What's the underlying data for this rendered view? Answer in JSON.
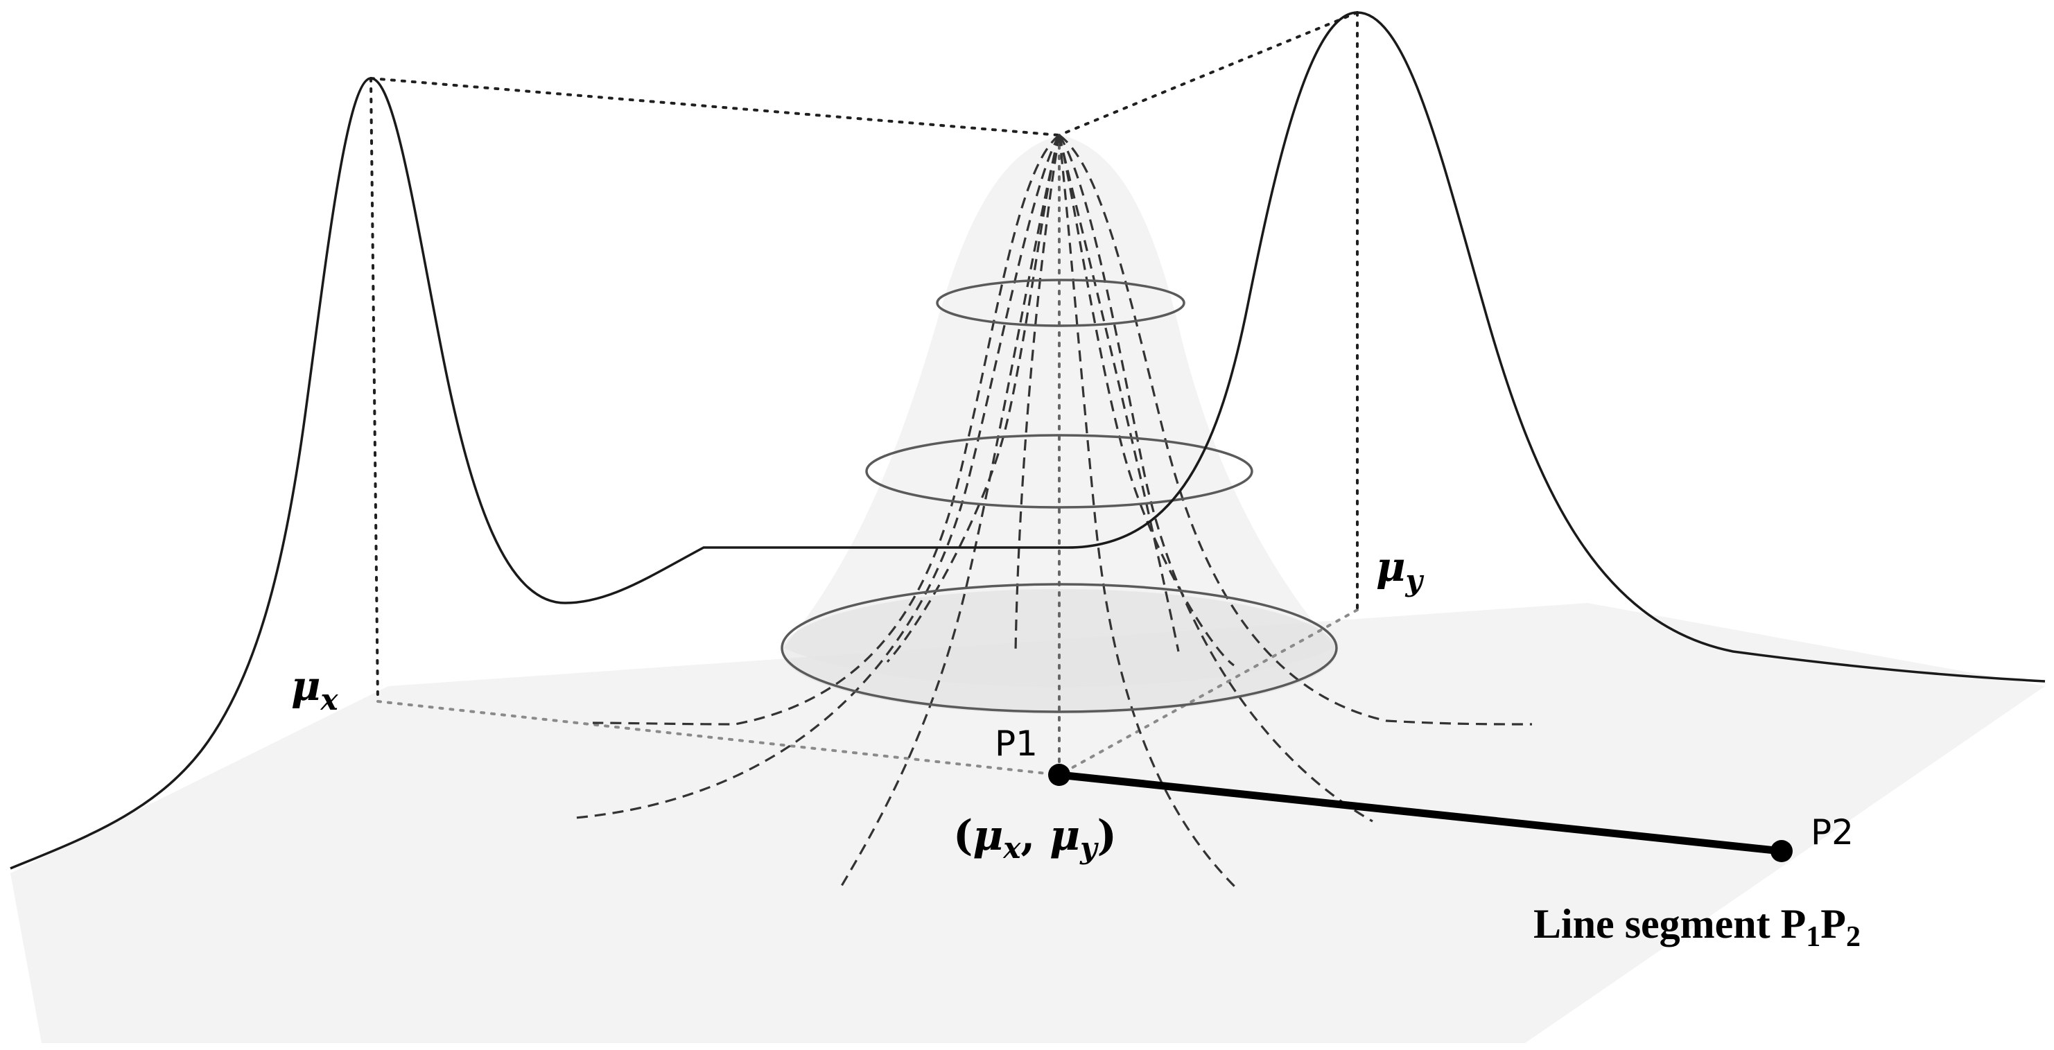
{
  "labels": {
    "mu_x": {
      "base": "μ",
      "sub": "x"
    },
    "mu_y": {
      "base": "μ",
      "sub": "y"
    },
    "p1": "P1",
    "p2": "P2",
    "p1_coords": {
      "open": "(",
      "mu1": "μ",
      "sub1": "x",
      "comma": ", ",
      "mu2": "μ",
      "sub2": "y",
      "close": ")"
    },
    "caption": {
      "main": "Line segment P",
      "sub1": "1",
      "mid": "P",
      "sub2": "2"
    }
  },
  "colors": {
    "plane": "#f4f4f4",
    "cone": "#ececec",
    "curve": "#1a1a1a",
    "dashed": "#333333",
    "ring": "#555555",
    "dotted_guide": "#7a7a7a",
    "segment": "#000000"
  }
}
